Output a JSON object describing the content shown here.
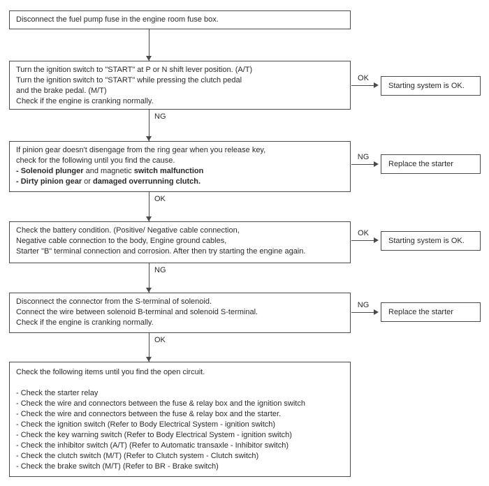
{
  "diagram_type": "troubleshooting-flowchart",
  "colors": {
    "background": "#ffffff",
    "line": "#4a4a4a",
    "text": "#2a2a2a"
  },
  "nodes": {
    "step1": {
      "lines": [
        "Disconnect the fuel pump fuse in the engine room fuse box."
      ]
    },
    "step2": {
      "lines": [
        "Turn the ignition switch to \"START\" at P or N shift lever position. (A/T)",
        "Turn the ignition switch to \"START\" while pressing the clutch pedal",
        "and the brake pedal. (M/T)",
        "Check if the engine is cranking normally."
      ]
    },
    "step3": {
      "lines": [
        "If pinion gear doesn't disengage from the ring gear when you release key,",
        "check for the following until you find the cause."
      ],
      "b1": {
        "bold1": "- Solenoid plunger",
        "mid": " and magnetic ",
        "bold2": "switch malfunction"
      },
      "b2": {
        "bold1": "- Dirty pinion gear",
        "mid": " or ",
        "bold2": "damaged overrunning clutch."
      }
    },
    "step4": {
      "lines": [
        "Check the battery condition. (Positive/ Negative cable connection,",
        "Negative cable connection to the body, Engine ground cables,",
        "Starter \"B\" terminal connection and corrosion. After then try starting the engine again."
      ]
    },
    "step5": {
      "lines": [
        "Disconnect the connector from the S-terminal of solenoid.",
        "Connect the wire between solenoid B-terminal and solenoid S-terminal.",
        "Check if the engine is cranking normally."
      ]
    },
    "step6": {
      "title": "Check the following items until you find the open circuit.",
      "items": [
        "- Check the starter relay",
        "- Check the wire and connectors between the fuse & relay box and the ignition switch",
        "- Check the wire and connectors between the fuse & relay box and the starter.",
        "- Check the ignition switch (Refer to Body Electrical System - ignition switch)",
        "- Check the key warning switch (Refer to Body Electrical System - ignition switch)",
        "- Check the inhibitor switch (A/T) (Refer to Automatic transaxle - Inhibitor switch)",
        "- Check the clutch switch (M/T) (Refer to Clutch system - Clutch switch)",
        "- Check the brake switch (M/T) (Refer to BR - Brake switch)"
      ]
    },
    "result_ok_top": {
      "label": "Starting system is OK."
    },
    "result_replace_top": {
      "label": "Replace the starter"
    },
    "result_ok_bottom": {
      "label": "Starting system is OK."
    },
    "result_replace_bottom": {
      "label": "Replace the starter"
    }
  },
  "connectors": {
    "down2_label": "NG",
    "down3_label": "OK",
    "down4_label": "NG",
    "down5_label": "OK",
    "side2_label": "OK",
    "side3_label": "NG",
    "side4_label": "OK",
    "side5_label": "NG"
  }
}
